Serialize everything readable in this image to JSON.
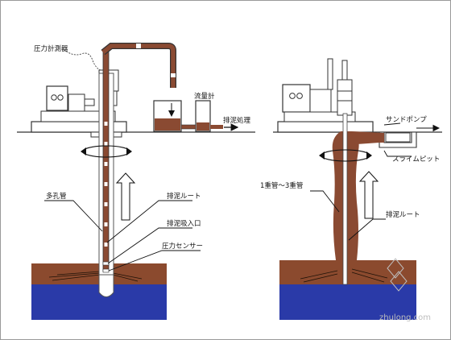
{
  "colors": {
    "slurry": "#8a4a32",
    "water": "#2a3aa8",
    "soil": "#8b4a2e",
    "ground_line": "#333333",
    "watermark": "#bdbdbd"
  },
  "left_diagram": {
    "pressure_meter_label": "圧力計測器",
    "flowmeter_label": "流量計",
    "discharge_label": "排泥処理",
    "perforated_pipe_label": "多孔管",
    "discharge_route_label": "排泥ルート",
    "suction_inlet_label": "排泥吸入口",
    "pressure_sensor_label": "圧力センサー"
  },
  "right_diagram": {
    "sand_pump_label": "サンドポンプ",
    "slime_pit_label": "スライムピット",
    "pipe_label": "1重管～3重管",
    "discharge_route_label": "排泥ルート"
  },
  "watermark": {
    "text": "zhulong.com"
  }
}
